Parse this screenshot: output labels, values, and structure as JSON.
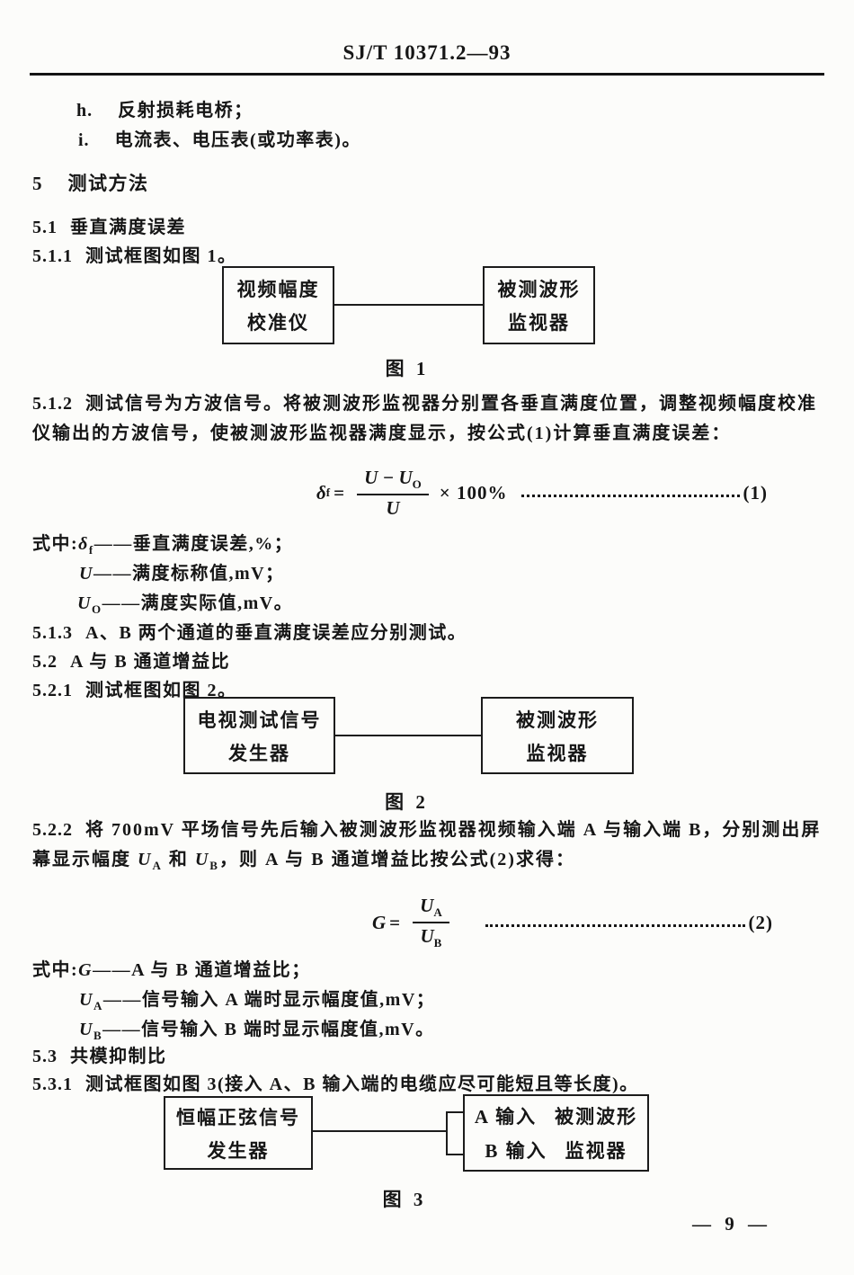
{
  "header": {
    "title": "SJ/T 10371.2—93"
  },
  "equipment_list": [
    {
      "label": "h.",
      "text": "反射损耗电桥；"
    },
    {
      "label": "i.",
      "text": "电流表、电压表(或功率表)。"
    }
  ],
  "sections": {
    "s5": {
      "num": "5",
      "title": "测试方法"
    },
    "s5_1": {
      "num": "5.1",
      "title": "垂直满度误差"
    },
    "s5_1_1": {
      "num": "5.1.1",
      "text": "测试框图如图 1。"
    },
    "s5_1_2": {
      "num": "5.1.2",
      "line1": "测试信号为方波信号。将被测波形监视器分别置各垂直满度位置，调整视频幅度校准",
      "line2": "仪输出的方波信号，使被测波形监视器满度显示，按公式(1)计算垂直满度误差："
    },
    "s5_1_3": {
      "num": "5.1.3",
      "text": "A、B 两个通道的垂直满度误差应分别测试。"
    },
    "s5_2": {
      "num": "5.2",
      "title": "A 与 B 通道增益比"
    },
    "s5_2_1": {
      "num": "5.2.1",
      "text": "测试框图如图 2。"
    },
    "s5_2_2": {
      "num": "5.2.2",
      "line1": "将 700mV 平场信号先后输入被测波形监视器视频输入端 A 与输入端 B，分别测出屏",
      "line2_p1": "幕显示幅度 ",
      "line2_u1": "U",
      "line2_s1": "A",
      "line2_p2": " 和 ",
      "line2_u2": "U",
      "line2_s2": "B",
      "line2_p3": "，则 A 与 B 通道增益比按公式(2)求得："
    },
    "s5_3": {
      "num": "5.3",
      "title": "共模抑制比"
    },
    "s5_3_1": {
      "num": "5.3.1",
      "text": "测试框图如图 3(接入 A、B 输入端的电缆应尽可能短且等长度)。"
    }
  },
  "figures": {
    "fig1": {
      "left_line1": "视频幅度",
      "left_line2": "校准仪",
      "right_line1": "被测波形",
      "right_line2": "监视器",
      "caption": "图 1"
    },
    "fig2": {
      "left_line1": "电视测试信号",
      "left_line2": "发生器",
      "right_line1": "被测波形",
      "right_line2": "监视器",
      "caption": "图 2"
    },
    "fig3": {
      "left_line1": "恒幅正弦信号",
      "left_line2": "发生器",
      "right_r1c1": "A 输入",
      "right_r1c2": "被测波形",
      "right_r2c1": "B 输入",
      "right_r2c2": "监视器",
      "caption": "图 3"
    }
  },
  "formulas": {
    "f1": {
      "lhs": "δ",
      "lhs_sub": "f",
      "equals": "=",
      "num_left": "U − U",
      "num_sub": "O",
      "den": "U",
      "factor": "× 100%",
      "label": "(1)"
    },
    "f2": {
      "lhs": "G",
      "equals": "=",
      "num": "U",
      "num_sub": "A",
      "den": "U",
      "den_sub": "B",
      "label": "(2)"
    }
  },
  "where1": {
    "prefix": "式中:",
    "rows": [
      {
        "sym": "δ",
        "sub": "f",
        "dash": "——",
        "text": "垂直满度误差,%；"
      },
      {
        "sym": "U",
        "sub": "",
        "dash": "——",
        "text": "满度标称值,mV；"
      },
      {
        "sym": "U",
        "sub": "O",
        "dash": "——",
        "text": "满度实际值,mV。"
      }
    ]
  },
  "where2": {
    "prefix": "式中:",
    "rows": [
      {
        "sym": "G",
        "sub": "",
        "dash": "——",
        "text": "A 与 B 通道增益比；"
      },
      {
        "sym": "U",
        "sub": "A",
        "dash": "——",
        "text": "信号输入 A 端时显示幅度值,mV；"
      },
      {
        "sym": "U",
        "sub": "B",
        "dash": "——",
        "text": "信号输入 B 端时显示幅度值,mV。"
      }
    ]
  },
  "footer": {
    "page_number": "— 9 —"
  }
}
